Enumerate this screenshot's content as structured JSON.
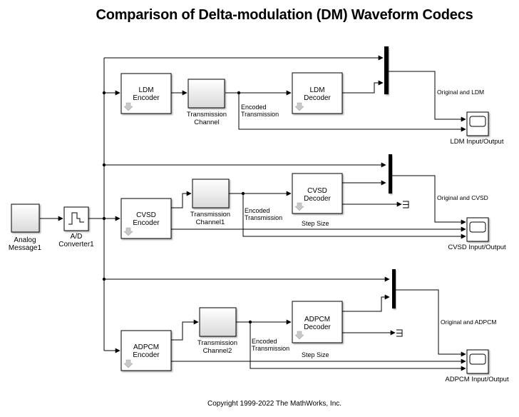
{
  "title": "Comparison of Delta-modulation (DM) Waveform Codecs",
  "copyright": "Copyright 1999-2022 The MathWorks, Inc.",
  "blocks": {
    "analog_message": {
      "line1": "Analog",
      "line2": "Message1",
      "icon": "source-block-icon"
    },
    "ad_converter": {
      "line1": "A/D",
      "line2": "Converter1",
      "icon": "zero-order-hold-step-icon"
    },
    "ldm_encoder": {
      "line1": "LDM",
      "line2": "Encoder",
      "icon": "masked-subsystem-arrow-icon"
    },
    "ldm_channel": {
      "line1": "Transmission",
      "line2": "Channel"
    },
    "ldm_decoder": {
      "line1": "LDM",
      "line2": "Decoder",
      "icon": "masked-subsystem-arrow-icon"
    },
    "ldm_scope": {
      "label": "LDM Input/Output",
      "icon": "scope-icon"
    },
    "cvsd_encoder": {
      "line1": "CVSD",
      "line2": "Encoder",
      "icon": "masked-subsystem-arrow-icon"
    },
    "cvsd_channel": {
      "line1": "Transmission",
      "line2": "Channel1"
    },
    "cvsd_decoder": {
      "line1": "CVSD",
      "line2": "Decoder",
      "icon": "masked-subsystem-arrow-icon"
    },
    "cvsd_scope": {
      "label": "CVSD Input/Output",
      "icon": "scope-icon"
    },
    "adpcm_encoder": {
      "line1": "ADPCM",
      "line2": "Encoder",
      "icon": "masked-subsystem-arrow-icon"
    },
    "adpcm_channel": {
      "line1": "Transmission",
      "line2": "Channel2"
    },
    "adpcm_decoder": {
      "line1": "ADPCM",
      "line2": "Decoder",
      "icon": "masked-subsystem-arrow-icon"
    },
    "adpcm_scope": {
      "label": "ADPCM Input/Output",
      "icon": "scope-icon"
    }
  },
  "signal_labels": {
    "ldm_encoded_1": "Encoded",
    "ldm_encoded_2": "Transmission",
    "ldm_mux_out": "Original and LDM",
    "cvsd_encoded_1": "Encoded",
    "cvsd_encoded_2": "Transmission",
    "cvsd_step": "Step Size",
    "cvsd_mux_out": "Original and CVSD",
    "adpcm_encoded_1": "Encoded",
    "adpcm_encoded_2": "Transmission",
    "adpcm_step": "Step Size",
    "adpcm_mux_out": "Original and  ADPCM"
  },
  "colors": {
    "line": "#000000",
    "block_fill": "#ffffff",
    "mask_arrow": "#b8b8b8",
    "gradient_top": "#ffffff",
    "gradient_bottom": "#d9d9d9"
  }
}
